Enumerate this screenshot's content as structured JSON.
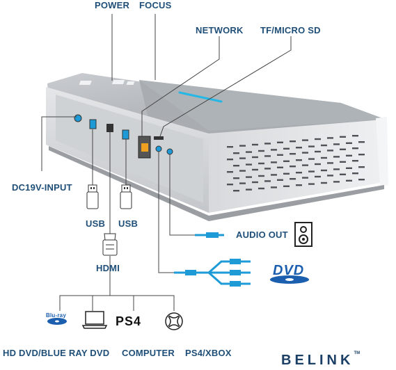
{
  "labels": {
    "power": "POWER",
    "focus": "FOCUS",
    "network": "NETWORK",
    "tf_micro_sd": "TF/MICRO SD",
    "dc_input": "DC19V-INPUT",
    "usb_1": "USB",
    "usb_2": "USB",
    "hdmi": "HDMI",
    "audio_out": "AUDIO OUT",
    "hd_dvd": "HD DVD/BLUE RAY DVD",
    "computer": "COMPUTER",
    "ps4_xbox": "PS4/XBOX",
    "dvd_logo": "DVD",
    "ps4_logo": "PS4",
    "bluray_logo": "Blu-ray"
  },
  "brand": {
    "name": "BELINK",
    "mark": "TM"
  },
  "colors": {
    "label": "#1f4f78",
    "connector_blue": "#1e9bd6",
    "line": "#444444",
    "device_silver": "#b9bcc0",
    "panel_dark": "#d8dadd"
  }
}
